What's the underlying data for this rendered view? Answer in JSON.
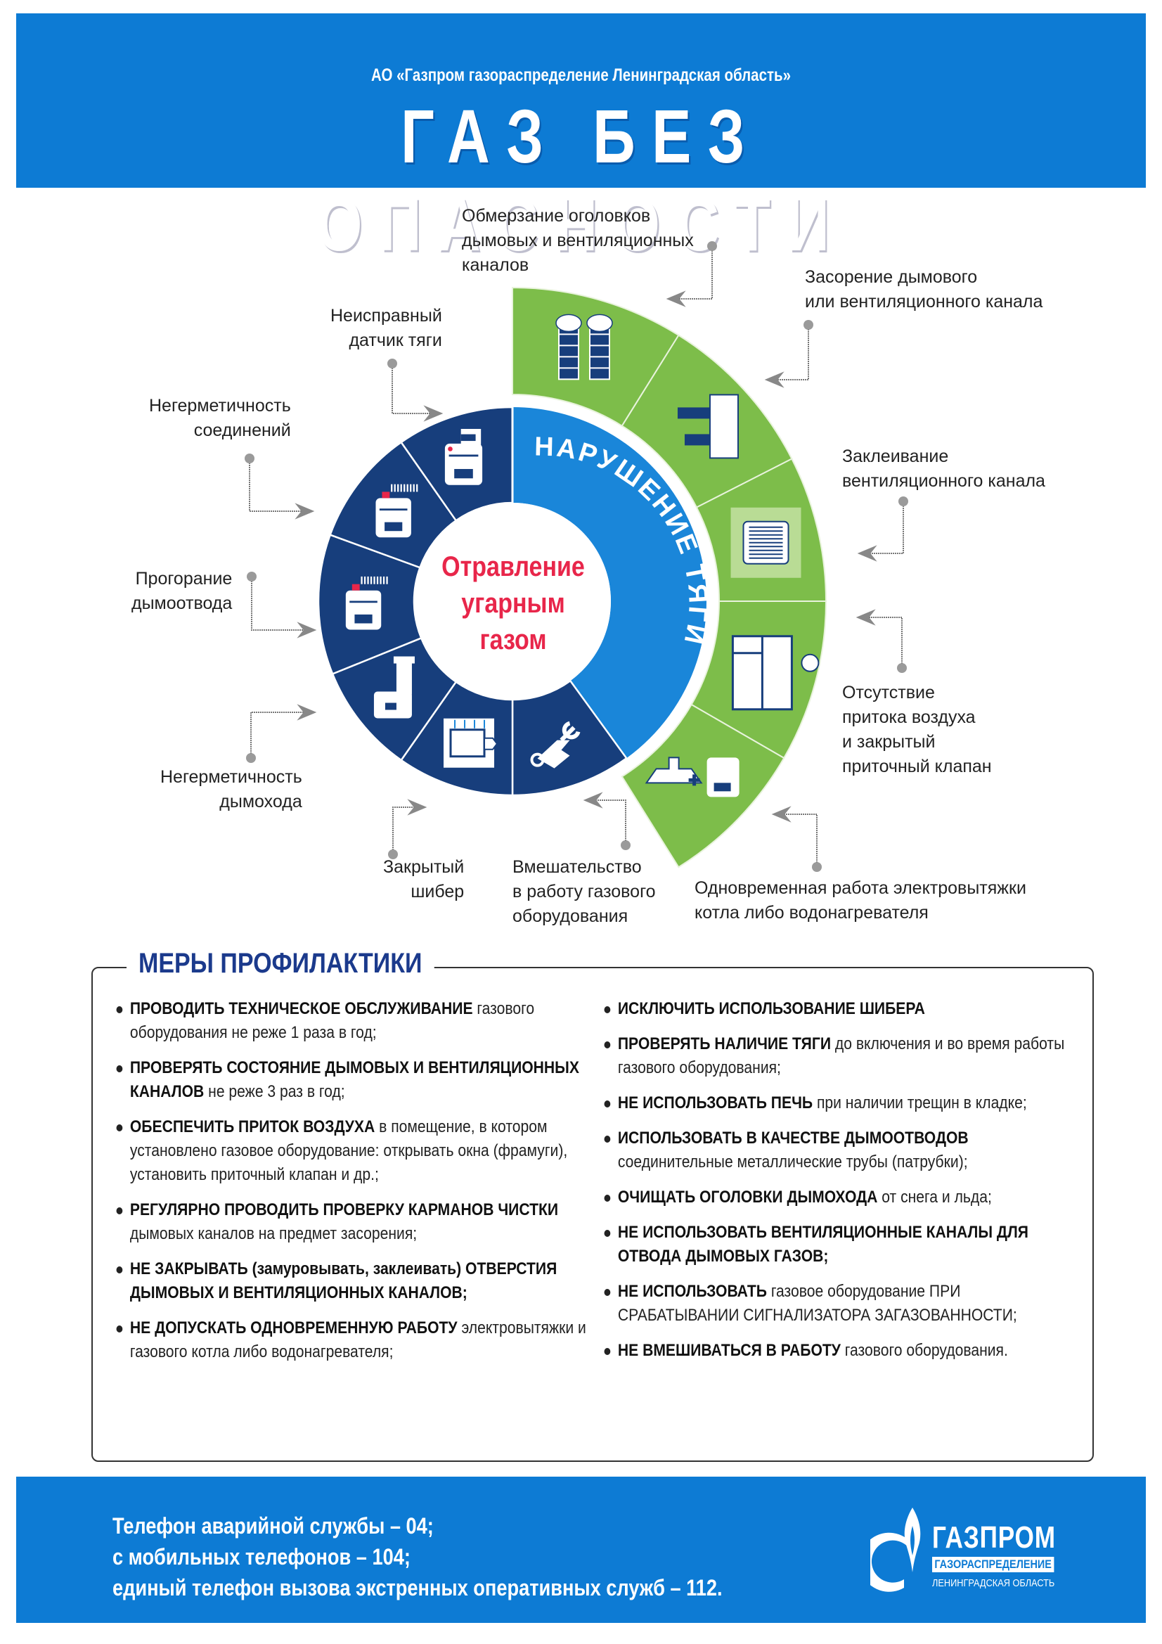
{
  "header": {
    "organization": "АО «Газпром газораспределение Ленинградская область»",
    "title": "ГАЗ БЕЗ ОПАСНОСТИ"
  },
  "diagram": {
    "center_lines": [
      "Отравление",
      "угарным",
      "газом"
    ],
    "arc_title": "НАРУШЕНИЕ ТЯГИ",
    "colors": {
      "dark_segment": "#173e7c",
      "blue_segment": "#1a86d9",
      "green_segment": "#7dbd4a",
      "center_text": "#e8264a",
      "banner": "#0d7bd4"
    },
    "dark_causes": [
      {
        "icon": "boiler-sensor-icon",
        "lines": [
          "Неисправный",
          "датчик тяги"
        ]
      },
      {
        "icon": "boiler-leak-icon",
        "lines": [
          "Негерметичность",
          "соединений"
        ]
      },
      {
        "icon": "boiler-burnout-icon",
        "lines": [
          "Прогорание",
          "дымоотвода"
        ]
      },
      {
        "icon": "chimney-leak-icon",
        "lines": [
          "Негерметичность",
          "дымохода"
        ]
      },
      {
        "icon": "damper-icon",
        "lines": [
          "Закрытый",
          "шибер"
        ]
      },
      {
        "icon": "wrench-hand-icon",
        "lines": [
          "Вмешательство",
          "в работу газового",
          "оборудования"
        ]
      }
    ],
    "draft_causes": [
      {
        "icon": "frozen-chimney-icon",
        "lines": [
          "Обмерзание оголовков",
          "дымовых и вентиляционных",
          "каналов"
        ]
      },
      {
        "icon": "clogged-channel-icon",
        "lines": [
          "Засорение дымового",
          "или вентиляционного канала"
        ]
      },
      {
        "icon": "vent-grille-icon",
        "lines": [
          "Заклеивание",
          "вентиляционного канала"
        ]
      },
      {
        "icon": "window-icon",
        "lines": [
          "Отсутствие",
          "притока воздуха",
          "и закрытый",
          "приточный клапан"
        ]
      },
      {
        "icon": "hood-plus-boiler-icon",
        "lines": [
          "Одновременная работа электровытяжки",
          "котла либо водонагревателя"
        ]
      }
    ]
  },
  "measures": {
    "title": "МЕРЫ ПРОФИЛАКТИКИ",
    "left": [
      {
        "bold": "ПРОВОДИТЬ ТЕХНИЧЕСКОЕ ОБСЛУЖИВАНИЕ",
        "text": "газового оборудования не реже 1 раза в год;"
      },
      {
        "bold": "ПРОВЕРЯТЬ СОСТОЯНИЕ ДЫМОВЫХ И ВЕНТИЛЯЦИОННЫХ КАНАЛОВ",
        "text": "не реже 3 раз в год;"
      },
      {
        "bold": "ОБЕСПЕЧИТЬ ПРИТОК ВОЗДУХА",
        "text": "в помещение, в котором установлено газовое оборудование: открывать окна (фрамуги), установить приточный клапан и др.;"
      },
      {
        "bold": "РЕГУЛЯРНО ПРОВОДИТЬ ПРОВЕРКУ КАРМАНОВ ЧИСТКИ",
        "text": "дымовых каналов на предмет засорения;"
      },
      {
        "bold": "НЕ ЗАКРЫВАТЬ (замуровывать, заклеивать) ОТВЕРСТИЯ ДЫМОВЫХ И ВЕНТИЛЯЦИОННЫХ КАНАЛОВ;",
        "text": ""
      },
      {
        "bold": "НЕ ДОПУСКАТЬ ОДНОВРЕМЕННУЮ РАБОТУ",
        "text": "электровытяжки и газового котла либо водонагревателя;"
      }
    ],
    "right": [
      {
        "bold": "ИСКЛЮЧИТЬ ИСПОЛЬЗОВАНИЕ ШИБЕРА",
        "text": ""
      },
      {
        "bold": "ПРОВЕРЯТЬ  НАЛИЧИЕ ТЯГИ",
        "text": "до включения и во время работы газового оборудования;"
      },
      {
        "bold": "НЕ ИСПОЛЬЗОВАТЬ ПЕЧЬ",
        "text": "при наличии трещин в кладке;"
      },
      {
        "bold": "ИСПОЛЬЗОВАТЬ В КАЧЕСТВЕ ДЫМООТВОДОВ",
        "text": "соединительные металлические трубы (патрубки);"
      },
      {
        "bold": "ОЧИЩАТЬ ОГОЛОВКИ ДЫМОХОДА",
        "text": "от снега и льда;"
      },
      {
        "bold": "НЕ ИСПОЛЬЗОВАТЬ ВЕНТИЛЯЦИОННЫЕ КАНАЛЫ ДЛЯ ОТВОДА ДЫМОВЫХ ГАЗОВ;",
        "text": ""
      },
      {
        "bold": "НЕ ИСПОЛЬЗОВАТЬ",
        "text": "газовое оборудование ПРИ СРАБАТЫВАНИИ СИГНАЛИЗАТОРА ЗАГАЗОВАННОСТИ;"
      },
      {
        "bold": "НЕ ВМЕШИВАТЬСЯ В РАБОТУ",
        "text": "газового оборудования."
      }
    ]
  },
  "footer": {
    "phones": [
      "Телефон аварийной службы – 04;",
      "с мобильных телефонов – 104;",
      "единый телефон вызова экстренных оперативных служб – 112."
    ],
    "logo": {
      "name": "ГАЗПРОМ",
      "sub": "ГАЗОРАСПРЕДЕЛЕНИЕ",
      "region": "ЛЕНИНГРАДСКАЯ ОБЛАСТЬ"
    }
  }
}
